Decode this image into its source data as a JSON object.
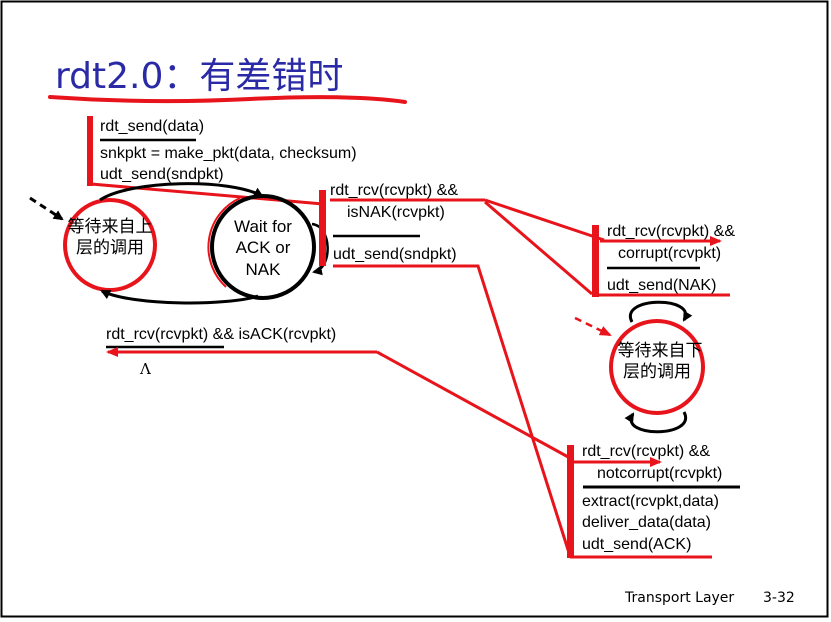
{
  "title": "rdt2.0：有差错时",
  "sender": {
    "state_wait_call": {
      "line1": "等待来自上",
      "line2": "层的调用"
    },
    "state_wait_ack": {
      "line1": "Wait for",
      "line2": "ACK or",
      "line3": "NAK"
    },
    "transition_send": {
      "event": "rdt_send(data)",
      "actions": [
        "snkpkt = make_pkt(data, checksum)",
        "udt_send(sndpkt)"
      ]
    },
    "transition_nak": {
      "event_line1": "rdt_rcv(rcvpkt) &&",
      "event_line2": "isNAK(rcvpkt)",
      "action": "udt_send(sndpkt)"
    },
    "transition_ack": {
      "event": "rdt_rcv(rcvpkt) && isACK(rcvpkt)",
      "action": "Λ"
    }
  },
  "receiver": {
    "state_wait_call": {
      "line1": "等待来自下",
      "line2": "层的调用"
    },
    "transition_corrupt": {
      "event_line1": "rdt_rcv(rcvpkt) &&",
      "event_line2": "corrupt(rcvpkt)",
      "action": "udt_send(NAK)"
    },
    "transition_notcorrupt": {
      "event_line1": "rdt_rcv(rcvpkt) &&",
      "event_line2": "notcorrupt(rcvpkt)",
      "actions": [
        "extract(rcvpkt,data)",
        "deliver_data(data)",
        "udt_send(ACK)"
      ]
    }
  },
  "footer": {
    "section": "Transport Layer",
    "page": "3-32"
  },
  "colors": {
    "title": "#2a2aa6",
    "annotation": "#e8141b",
    "ink": "#000000"
  }
}
